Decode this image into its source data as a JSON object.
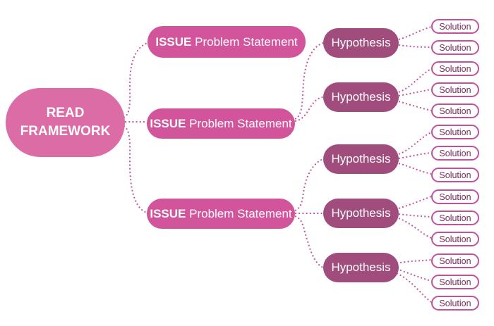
{
  "diagram": {
    "root": {
      "line1": "READ",
      "line2": "FRAMEWORK"
    },
    "issues": [
      {
        "keyword": "ISSUE",
        "text": "Problem Statement"
      },
      {
        "keyword": "ISSUE",
        "text": "Problem Statement"
      },
      {
        "keyword": "ISSUE",
        "text": "Problem Statement"
      }
    ],
    "hypotheses": [
      {
        "label": "Hypothesis"
      },
      {
        "label": "Hypothesis"
      },
      {
        "label": "Hypothesis"
      },
      {
        "label": "Hypothesis"
      },
      {
        "label": "Hypothesis"
      }
    ],
    "solutions": [
      {
        "label": "Solution"
      },
      {
        "label": "Solution"
      },
      {
        "label": "Solution"
      },
      {
        "label": "Solution"
      },
      {
        "label": "Solution"
      },
      {
        "label": "Solution"
      },
      {
        "label": "Solution"
      },
      {
        "label": "Solution"
      },
      {
        "label": "Solution"
      },
      {
        "label": "Solution"
      },
      {
        "label": "Solution"
      },
      {
        "label": "Solution"
      },
      {
        "label": "Solution"
      },
      {
        "label": "Solution"
      }
    ],
    "edges": [
      {
        "from": "root",
        "to": "issue-1"
      },
      {
        "from": "root",
        "to": "issue-2"
      },
      {
        "from": "root",
        "to": "issue-3"
      },
      {
        "from": "issue-2",
        "to": "hypothesis-1"
      },
      {
        "from": "issue-2",
        "to": "hypothesis-2"
      },
      {
        "from": "issue-3",
        "to": "hypothesis-3"
      },
      {
        "from": "issue-3",
        "to": "hypothesis-4"
      },
      {
        "from": "issue-3",
        "to": "hypothesis-5"
      },
      {
        "from": "hypothesis-1",
        "to": "solution-1"
      },
      {
        "from": "hypothesis-1",
        "to": "solution-2"
      },
      {
        "from": "hypothesis-2",
        "to": "solution-3"
      },
      {
        "from": "hypothesis-2",
        "to": "solution-4"
      },
      {
        "from": "hypothesis-2",
        "to": "solution-5"
      },
      {
        "from": "hypothesis-3",
        "to": "solution-6"
      },
      {
        "from": "hypothesis-3",
        "to": "solution-7"
      },
      {
        "from": "hypothesis-3",
        "to": "solution-8"
      },
      {
        "from": "hypothesis-4",
        "to": "solution-9"
      },
      {
        "from": "hypothesis-4",
        "to": "solution-10"
      },
      {
        "from": "hypothesis-4",
        "to": "solution-11"
      },
      {
        "from": "hypothesis-5",
        "to": "solution-12"
      },
      {
        "from": "hypothesis-5",
        "to": "solution-13"
      },
      {
        "from": "hypothesis-5",
        "to": "solution-14"
      }
    ]
  },
  "colors": {
    "background": "#FFFFFF",
    "root_fill": "#DC6CA6",
    "issue_fill": "#D2549B",
    "hypothesis_fill": "#A04C7D",
    "solution_fill": "#FFFFFF",
    "solution_border": "#C2519C",
    "solution_text": "#7B2C5E",
    "connector": "#C4579D",
    "node_text": "#FFFFFF"
  }
}
